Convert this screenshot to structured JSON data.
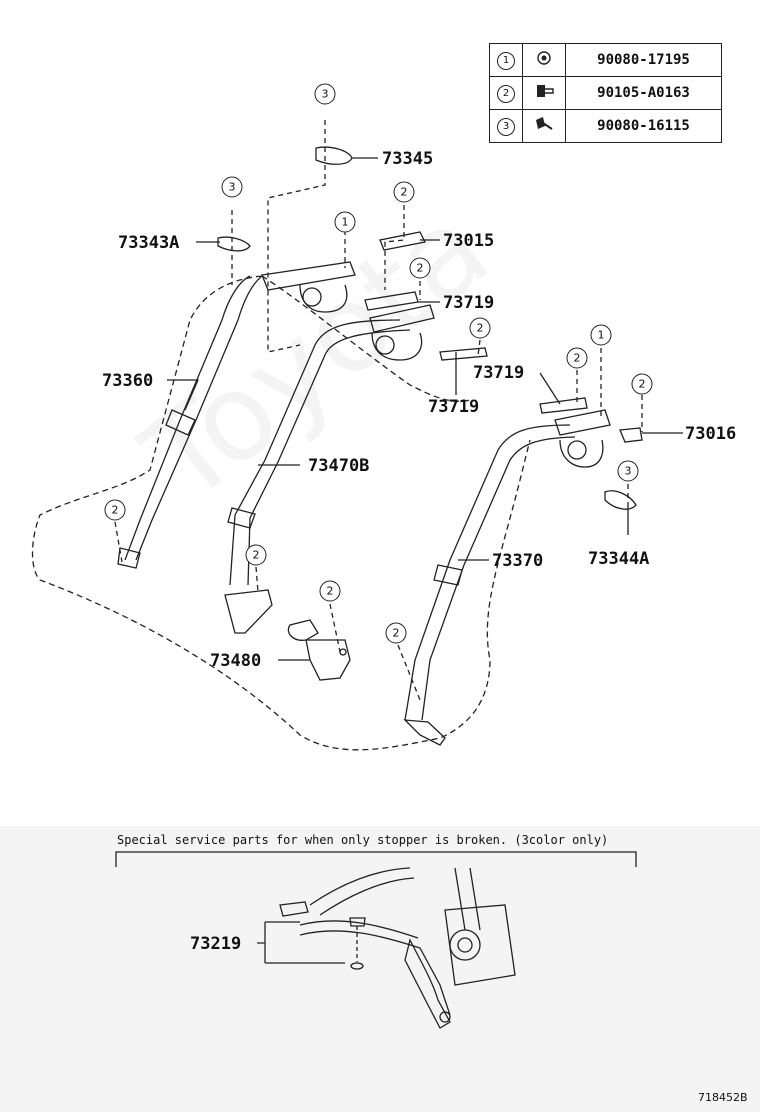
{
  "fastener_table": [
    {
      "ref": "1",
      "icon": "nut-icon",
      "part_number": "90080-17195"
    },
    {
      "ref": "2",
      "icon": "bolt-icon",
      "part_number": "90105-A0163"
    },
    {
      "ref": "3",
      "icon": "bolt-icon",
      "part_number": "90080-16115"
    }
  ],
  "labels": {
    "p73345": "73345",
    "p73343a": "73343A",
    "p73015": "73015",
    "p73719_top": "73719",
    "p73719_mid": "73719",
    "p73719_low": "73719",
    "p73360": "73360",
    "p73470b": "73470B",
    "p73016": "73016",
    "p73344a": "73344A",
    "p73370": "73370",
    "p73480": "73480",
    "p73219": "73219"
  },
  "callouts": {
    "c1": "3",
    "c2": "3",
    "c3": "1",
    "c4": "2",
    "c5": "2",
    "c6": "2",
    "c7": "2",
    "c8": "1",
    "c9": "2",
    "c10": "3",
    "c11": "2",
    "c12": "2",
    "c13": "2",
    "c14": "2"
  },
  "note": "Special service parts for when only stopper is broken. (3color only)",
  "watermark": "Toyota",
  "diagram_id": "718452B"
}
